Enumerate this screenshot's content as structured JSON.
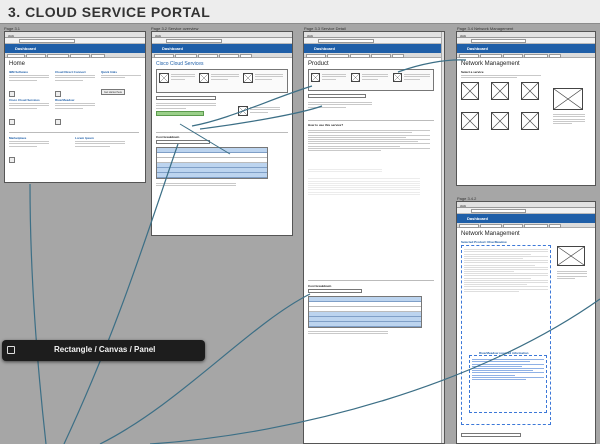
{
  "portal": {
    "title": "3. CLOUD SERVICE PORTAL"
  },
  "pages": {
    "p1": {
      "label": "Page 3.1",
      "dashboard": "Dashboard",
      "heading": "Home",
      "ibm_software": "IBM Software",
      "cisco_cloud": "Cisco Cloud Services",
      "cloud_direct": "Cloud Direct Connect",
      "river_meadow": "RiverMeadow",
      "quick_links": "Quick links",
      "marketplace": "Marketplace",
      "lorem": "Lorem Ipsum",
      "btn_get_started": "Get started here"
    },
    "p2": {
      "label": "Page 3.2 Service overview",
      "dashboard": "Dashboard",
      "heading": "Cisco Cloud Services",
      "cost_breakdown": "Cost breakdown"
    },
    "p3": {
      "label": "Page 3.3 Service Detail",
      "dashboard": "Dashboard",
      "heading": "Product",
      "how_to_use": "How to use this service?",
      "cost_breakdown": "Cost breakdown"
    },
    "p4": {
      "label": "Page 3.4 Network Management",
      "dashboard": "Dashboard",
      "heading": "Network Management",
      "select_service": "Select a service"
    },
    "p5": {
      "label": "Page 3.4.2",
      "dashboard": "Dashboard",
      "heading": "Network Management",
      "selected_product": "Selected Product: RiverMeadow",
      "required_info": "RiverMeadow required information"
    }
  },
  "tooltip": {
    "label": "Rectangle / Canvas / Panel"
  }
}
